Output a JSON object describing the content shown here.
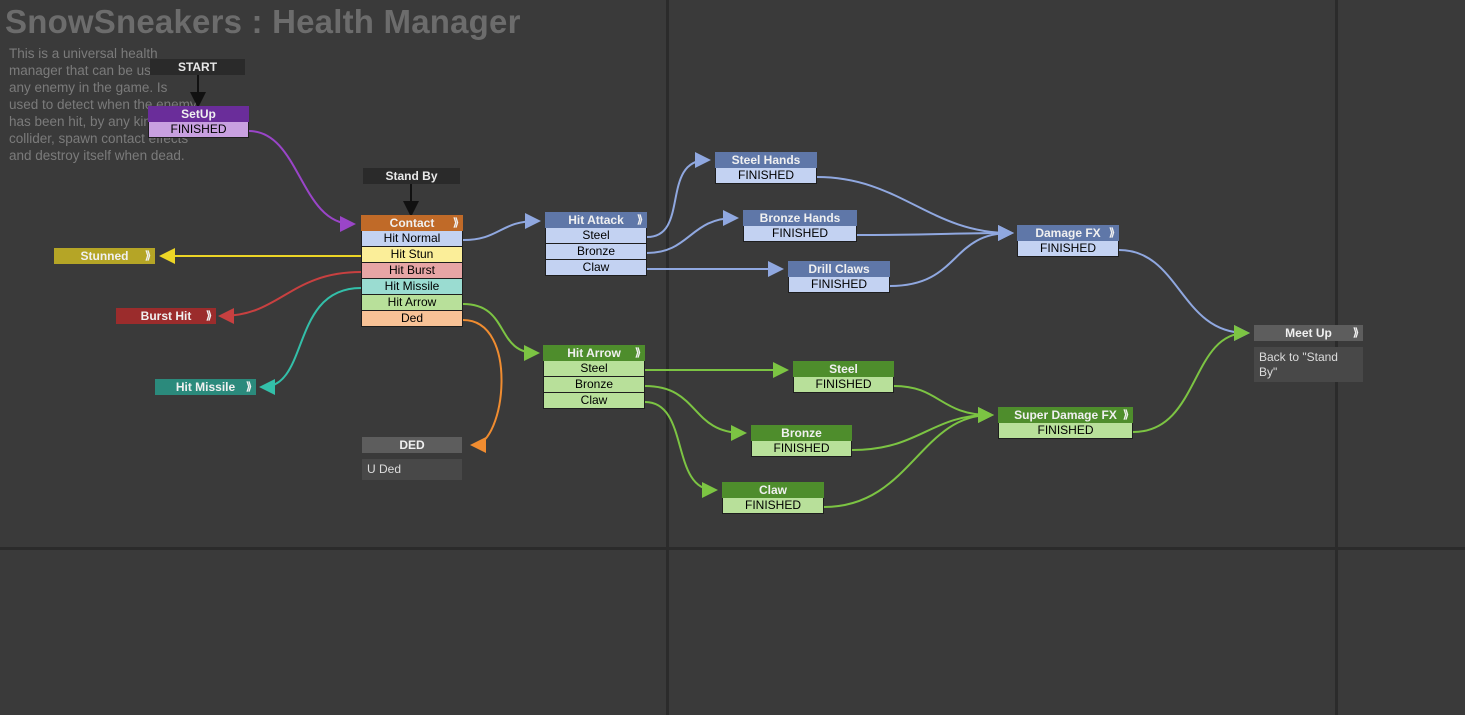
{
  "header": {
    "title": "SnowSneakers : Health Manager",
    "description": "This is a universal health manager that can be used for any enemy in the game. Is used to detect when the enemy has been hit, by any kind of collider, spawn contact effects and destroy itself when dead."
  },
  "global_transitions": {
    "start": "START",
    "stand_by": "Stand By"
  },
  "states": {
    "setup": {
      "name": "SetUp",
      "events": [
        "FINISHED"
      ]
    },
    "contact": {
      "name": "Contact",
      "events": [
        "Hit Normal",
        "Hit Stun",
        "Hit Burst",
        "Hit Missile",
        "Hit Arrow",
        "Ded"
      ]
    },
    "stunned": {
      "name": "Stunned"
    },
    "burst_hit": {
      "name": "Burst Hit"
    },
    "hit_missile": {
      "name": "Hit Missile"
    },
    "hit_attack": {
      "name": "Hit Attack",
      "events": [
        "Steel",
        "Bronze",
        "Claw"
      ]
    },
    "steel_hands": {
      "name": "Steel Hands",
      "events": [
        "FINISHED"
      ]
    },
    "bronze_hands": {
      "name": "Bronze Hands",
      "events": [
        "FINISHED"
      ]
    },
    "drill_claws": {
      "name": "Drill Claws",
      "events": [
        "FINISHED"
      ]
    },
    "damage_fx": {
      "name": "Damage FX",
      "events": [
        "FINISHED"
      ]
    },
    "hit_arrow": {
      "name": "Hit Arrow",
      "events": [
        "Steel",
        "Bronze",
        "Claw"
      ]
    },
    "steel": {
      "name": "Steel",
      "events": [
        "FINISHED"
      ]
    },
    "bronze": {
      "name": "Bronze",
      "events": [
        "FINISHED"
      ]
    },
    "claw": {
      "name": "Claw",
      "events": [
        "FINISHED"
      ]
    },
    "super_damage_fx": {
      "name": "Super Damage FX",
      "events": [
        "FINISHED"
      ]
    },
    "meet_up": {
      "name": "Meet Up",
      "note": "Back to \"Stand By\""
    },
    "ded": {
      "name": "DED",
      "note": "U Ded"
    }
  },
  "colors": {
    "purple": "#6a2d9a",
    "purple_light": "#c8a0e0",
    "orange": "#c06a28",
    "blue": "#5f77a8",
    "blue_light": "#c3d2f2",
    "yellow": "#b5a526",
    "yellow_light": "#fbee99",
    "red": "#9b2c2c",
    "red_light": "#e7a5a5",
    "teal": "#2b8a7c",
    "teal_light": "#9adcd1",
    "green": "#4e8d2c",
    "green_light": "#b8e09a",
    "peach_light": "#f8c296",
    "gray": "#5d5d5d"
  }
}
